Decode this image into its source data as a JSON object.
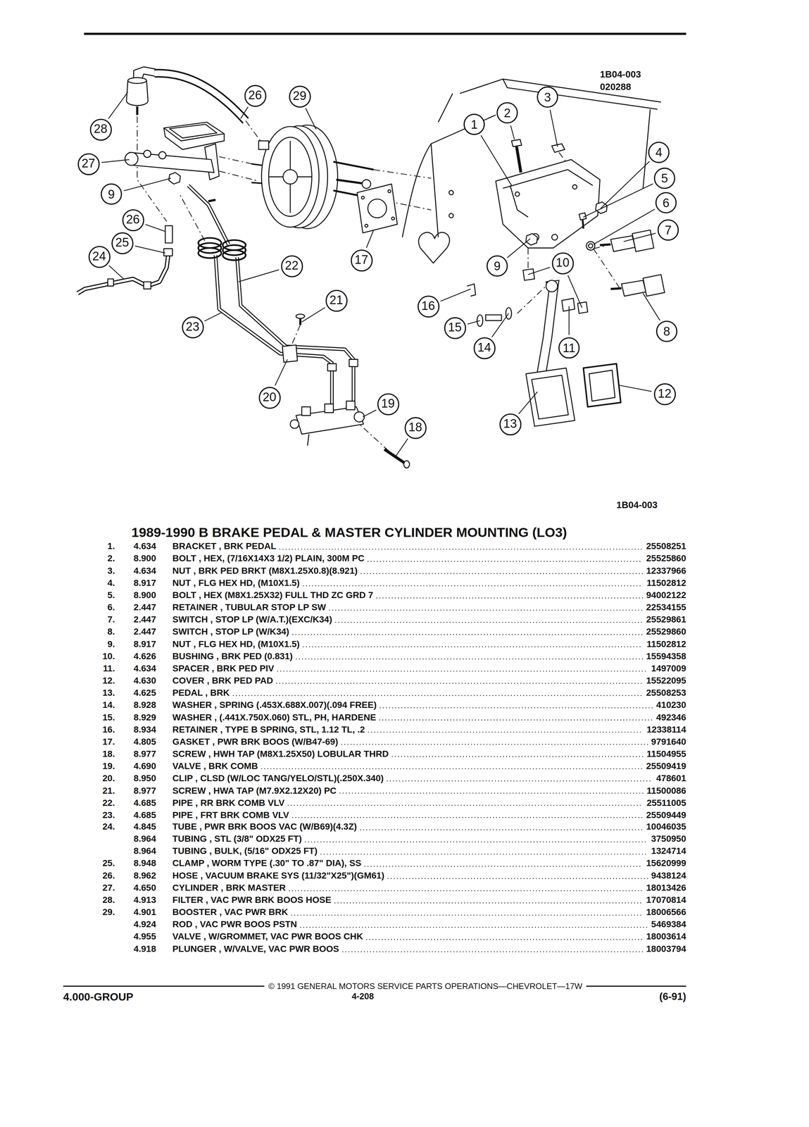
{
  "diagram": {
    "title": "1989-1990 B BRAKE PEDAL & MASTER CYLINDER MOUNTING (LO3)",
    "nodes": [
      {
        "text": [
          "3"
        ]
      },
      {
        "text": [
          "26"
        ]
      },
      {
        "text": [
          "29"
        ]
      },
      {
        "text": [
          "2"
        ]
      },
      {
        "text": [
          "1"
        ]
      },
      {
        "text": [
          "28"
        ]
      },
      {
        "text": [
          "4"
        ]
      },
      {
        "text": [
          "27"
        ]
      },
      {
        "text": [
          "5"
        ]
      },
      {
        "text": [
          "9"
        ]
      },
      {
        "text": [
          "6"
        ]
      },
      {
        "text": [
          "26"
        ]
      },
      {
        "text": [
          "7"
        ]
      },
      {
        "text": [
          "25"
        ]
      },
      {
        "text": [
          "24"
        ]
      },
      {
        "text": [
          "17"
        ]
      },
      {
        "text": [
          "10"
        ]
      },
      {
        "text": [
          "22"
        ]
      },
      {
        "text": [
          "9"
        ]
      },
      {
        "text": [
          "21"
        ]
      },
      {
        "text": [
          "16"
        ]
      },
      {
        "text": [
          "23"
        ]
      },
      {
        "text": [
          "15"
        ]
      },
      {
        "text": [
          "8"
        ]
      },
      {
        "text": [
          "14"
        ]
      },
      {
        "text": [
          "11"
        ]
      },
      {
        "text": [
          "12"
        ]
      },
      {
        "text": [
          "20"
        ]
      },
      {
        "text": [
          "19"
        ]
      },
      {
        "text": [
          "13"
        ]
      },
      {
        "text": [
          "18"
        ]
      }
    ],
    "labels": [
      "1B04-003",
      "020288",
      "1B04-003",
      "1.",
      "4.634",
      "BRACKET , BRK PEDAL",
      "25508251",
      "2.",
      "8.900",
      "BOLT , HEX, (7/16X14X3 1/2) PLAIN, 300M PC",
      "25525860",
      "3.",
      "4.634",
      "NUT , BRK PED BRKT (M8X1.25X0.8)(8.921)",
      "12337966",
      "4.",
      "8.917",
      "NUT , FLG HEX HD, (M10X1.5)",
      "11502812",
      "5.",
      "8.900",
      "BOLT , HEX (M8X1.25X32) FULL THD ZC GRD 7",
      "94002122",
      "6.",
      "2.447",
      "RETAINER , TUBULAR STOP LP SW",
      "22534155",
      "7.",
      "2.447",
      "SWITCH , STOP LP (W/A.T.)(EXC/K34)",
      "25529861",
      "8.",
      "2.447",
      "SWITCH , STOP LP (W/K34)",
      "25529860",
      "9.",
      "8.917",
      "NUT , FLG HEX HD, (M10X1.5)",
      "11502812",
      "10.",
      "4.626",
      "BUSHING , BRK PED (0.831)",
      "15594358",
      "11.",
      "4.634",
      "SPACER , BRK PED PIV",
      "1497009",
      "12.",
      "4.630",
      "COVER , BRK PED PAD",
      "15522095",
      "13.",
      "4.625",
      "PEDAL , BRK",
      "25508253",
      "14.",
      "8.928",
      "WASHER , SPRING (.453X.688X.007)(.094 FREE)",
      "410230",
      "15.",
      "8.929",
      "WASHER , (.441X.750X.060) STL, PH, HARDENE",
      "492346",
      "16.",
      "8.934",
      "RETAINER , TYPE B SPRING, STL, 1.12 TL, .2",
      "12338114",
      "17.",
      "4.805",
      "GASKET , PWR BRK BOOS (W/B47-69)",
      "9791640",
      "18.",
      "8.977",
      "SCREW , HWH TAP (M8X1.25X50) LOBULAR THRD",
      "11504955",
      "19.",
      "4.690",
      "VALVE , BRK COMB",
      "25509419",
      "20.",
      "8.950",
      "CLIP , CLSD (W/LOC TANG/YELO/STL)(.250X.340)",
      "478601",
      "21.",
      "8.977",
      "SCREW , HWA TAP (M7.9X2.12X20) PC",
      "11500086",
      "22.",
      "4.685",
      "PIPE , RR BRK COMB VLV",
      "25511005",
      "23.",
      "4.685",
      "PIPE , FRT BRK COMB VLV",
      "25509449",
      "24.",
      "4.845",
      "TUBE , PWR BRK BOOS VAC (W/B69)(4.3Z)",
      "10046035",
      "8.964",
      "TUBING , STL (3/8\" ODX25 FT)",
      "3750950",
      "8.964",
      "TUBING , BULK, (5/16\" ODX25 FT)",
      "1324714",
      "25.",
      "8.948",
      "CLAMP , WORM TYPE (.30\" TO .87\" DIA), SS",
      "15620999",
      "26.",
      "8.962",
      "HOSE , VACUUM BRAKE SYS (11/32\"X25\")(GM61)",
      "9438124",
      "27.",
      "4.650",
      "CYLINDER , BRK MASTER",
      "18013426",
      "28.",
      "4.913",
      "FILTER , VAC PWR BRK BOOS HOSE",
      "17070814",
      "29.",
      "4.901",
      "BOOSTER , VAC PWR BRK",
      "18006566",
      "4.924",
      "ROD , VAC PWR BOOS PSTN",
      "5469384",
      "4.955",
      "VALVE , W/GROMMET, VAC PWR BOOS CHK",
      "18003614",
      "4.918",
      "PLUNGER , W/VALVE, VAC PWR BOOS",
      "18003794",
      "© 1991 GENERAL MOTORS SERVICE PARTS OPERATIONS—CHEVROLET—17W",
      "4.000-GROUP",
      "4-208",
      "(6-91)"
    ]
  }
}
